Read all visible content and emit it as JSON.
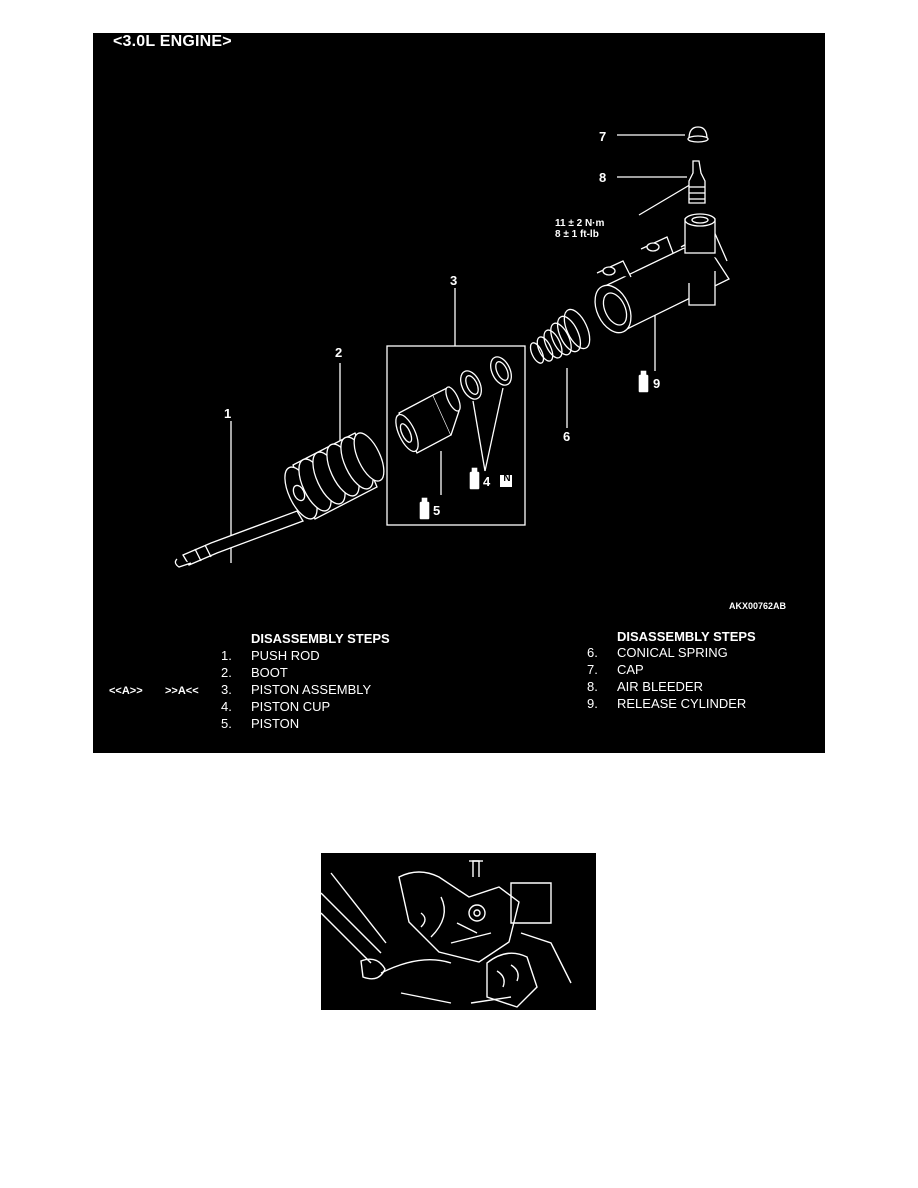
{
  "diagram": {
    "title": "<3.0L ENGINE>",
    "figure_code": "AKX00762AB",
    "callouts": {
      "c1": "1",
      "c2": "2",
      "c3": "3",
      "c4": "4",
      "c5": "5",
      "c6": "6",
      "c7": "7",
      "c8": "8",
      "c9": "9",
      "n_badge": "N"
    },
    "torque_line1": "11 ± 2 N·m",
    "torque_line2": "8 ± 1 ft-lb"
  },
  "steps_left": {
    "heading": "DISASSEMBLY STEPS",
    "service_marks": [
      "<<A>>",
      ">>A<<"
    ],
    "items": [
      {
        "num": "1.",
        "text": "PUSH ROD"
      },
      {
        "num": "2.",
        "text": "BOOT"
      },
      {
        "num": "3.",
        "text": "PISTON ASSEMBLY"
      },
      {
        "num": "4.",
        "text": "PISTON CUP"
      },
      {
        "num": "5.",
        "text": "PISTON"
      }
    ]
  },
  "steps_right": {
    "heading": "DISASSEMBLY STEPS",
    "items": [
      {
        "num": "6.",
        "text": "CONICAL SPRING"
      },
      {
        "num": "7.",
        "text": "CAP"
      },
      {
        "num": "8.",
        "text": "AIR BLEEDER"
      },
      {
        "num": "9.",
        "text": "RELEASE CYLINDER"
      }
    ]
  }
}
